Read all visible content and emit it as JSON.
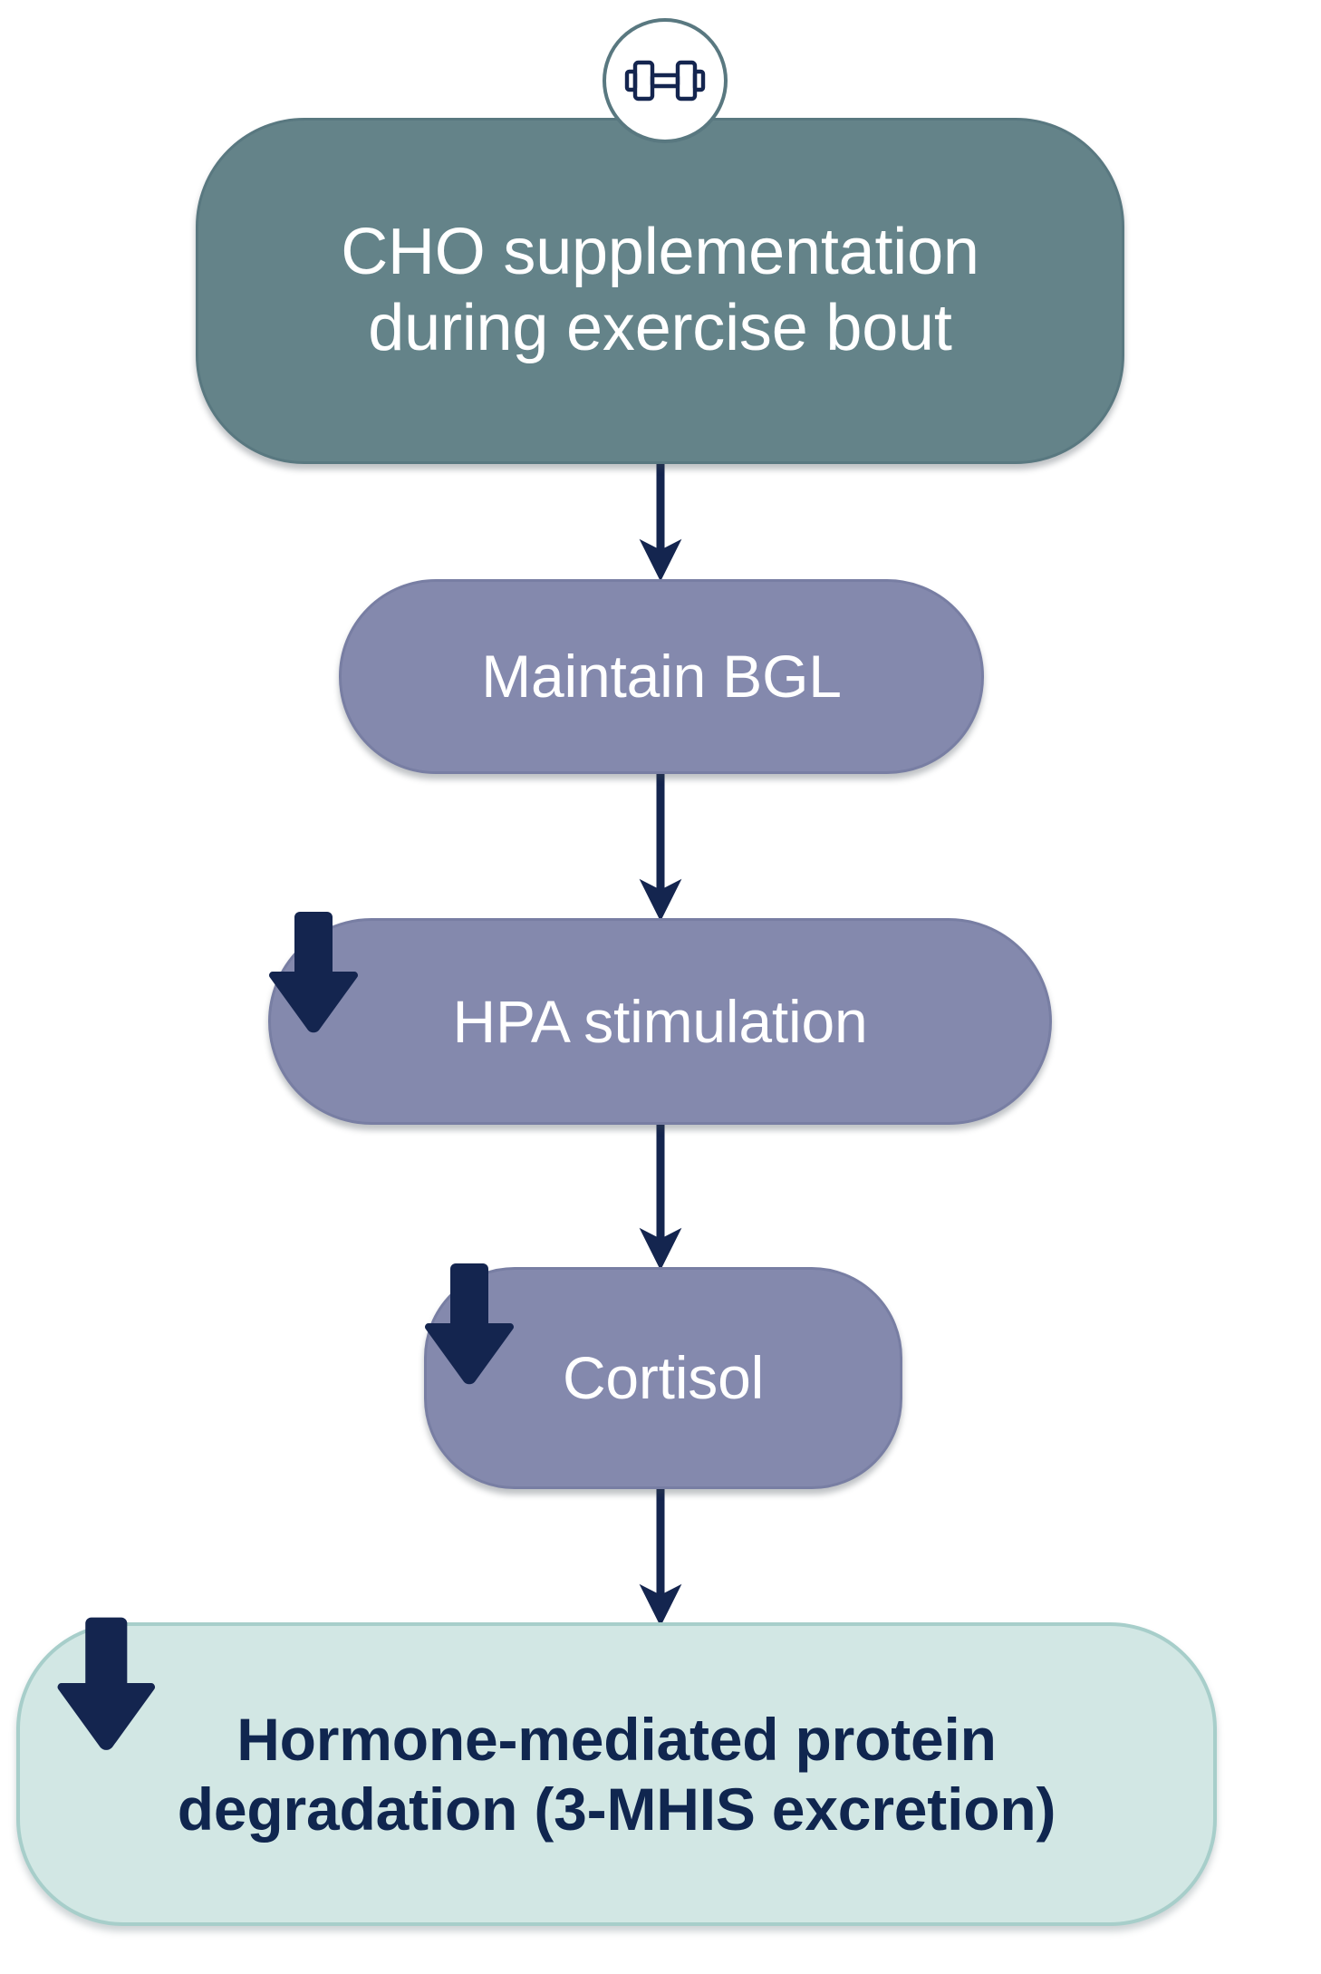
{
  "diagram": {
    "title": "CHO supplementation during exercise flow",
    "background": "#ffffff",
    "arrow_color": "#14254f",
    "colors": {
      "node_teal_fill": "#648389",
      "node_teal_border": "#597880",
      "node_purple_fill": "#8489ad",
      "node_purple_border": "#787ea3",
      "node_mint_fill": "#d2e7e4",
      "node_mint_border": "#a7ceca",
      "navy_text": "#10264f",
      "white_text": "#ffffff"
    },
    "nodes": [
      {
        "id": "cho-supplementation",
        "label": "CHO supplementation\nduring exercise bout",
        "style": "teal",
        "icon": "dumbbell-icon",
        "has_decrease_badge": false
      },
      {
        "id": "maintain-bgl",
        "label": "Maintain BGL",
        "style": "purple",
        "has_decrease_badge": false
      },
      {
        "id": "hpa-stimulation",
        "label": "HPA stimulation",
        "style": "purple",
        "has_decrease_badge": true
      },
      {
        "id": "cortisol",
        "label": "Cortisol",
        "style": "purple",
        "has_decrease_badge": true
      },
      {
        "id": "protein-degradation",
        "label": "Hormone-mediated protein\ndegradation (3-MHIS excretion)",
        "style": "mint",
        "has_decrease_badge": true
      }
    ],
    "connectors": [
      {
        "from": "cho-supplementation",
        "to": "maintain-bgl",
        "kind": "arrow-down"
      },
      {
        "from": "maintain-bgl",
        "to": "hpa-stimulation",
        "kind": "arrow-down"
      },
      {
        "from": "hpa-stimulation",
        "to": "cortisol",
        "kind": "arrow-down"
      },
      {
        "from": "cortisol",
        "to": "protein-degradation",
        "kind": "arrow-down"
      }
    ],
    "badges": {
      "decrease_arrow_meaning": "decrease"
    }
  }
}
